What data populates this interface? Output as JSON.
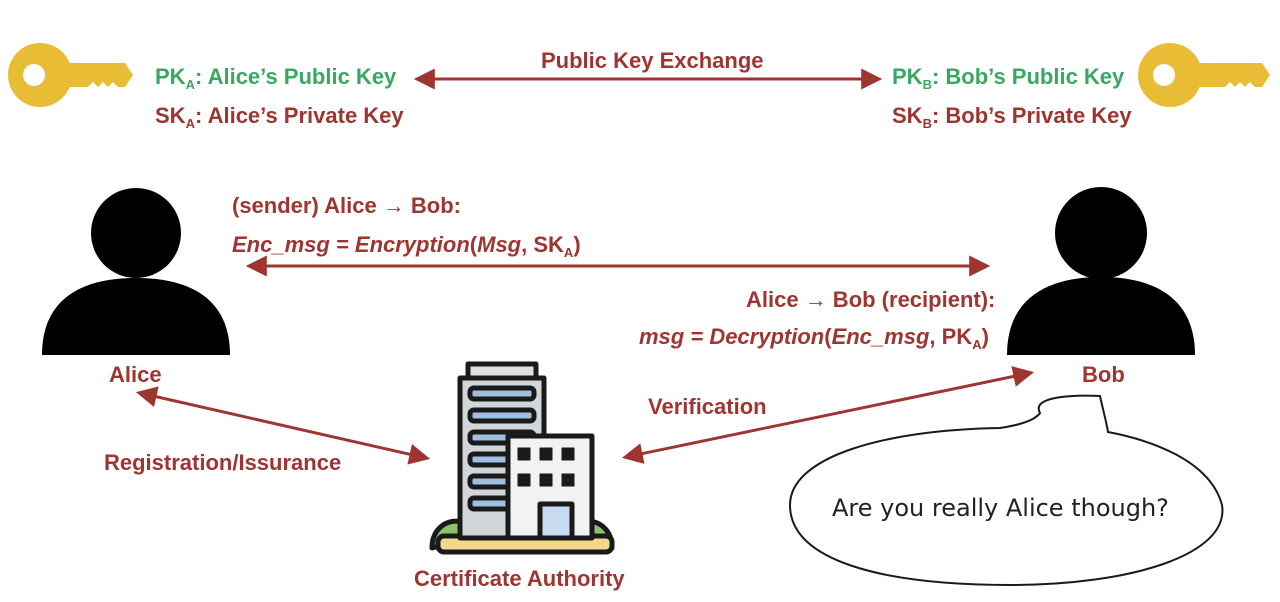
{
  "colors": {
    "accent_red": "#9e3530",
    "green": "#3aa860",
    "key_yellow": "#e8bd35"
  },
  "alice": {
    "pk_prefix": "PK",
    "pk_sub": "A",
    "pk_text": ": Alice’s Public Key",
    "sk_prefix": "SK",
    "sk_sub": "A",
    "sk_text": ": Alice’s Private Key",
    "name": "Alice"
  },
  "bob": {
    "pk_prefix": "PK",
    "pk_sub": "B",
    "pk_text": ": Bob’s Public Key",
    "sk_prefix": "SK",
    "sk_sub": "B",
    "sk_text": ": Bob’s Private Key",
    "name": "Bob"
  },
  "exchange": {
    "label": "Public Key Exchange"
  },
  "send": {
    "line1": "(sender) Alice → Bob:",
    "f_lhs": "Enc_msg = ",
    "f_fn": "Encryption",
    "f_open": "(",
    "f_arg": "Msg",
    "f_comma": ", SK",
    "f_sub": "A",
    "f_close": ")"
  },
  "recv": {
    "line1": "Alice → Bob (recipient):",
    "f_lhs": "msg = ",
    "f_fn": "Decryption",
    "f_open": "(",
    "f_arg": "Enc_msg",
    "f_comma": ", PK",
    "f_sub": "A",
    "f_close": ")"
  },
  "ca": {
    "name": "Certificate Authority"
  },
  "registration": {
    "label": "Registration/Issurance"
  },
  "verification": {
    "label": "Verification"
  },
  "bubble": {
    "text": "Are you really Alice though?"
  }
}
